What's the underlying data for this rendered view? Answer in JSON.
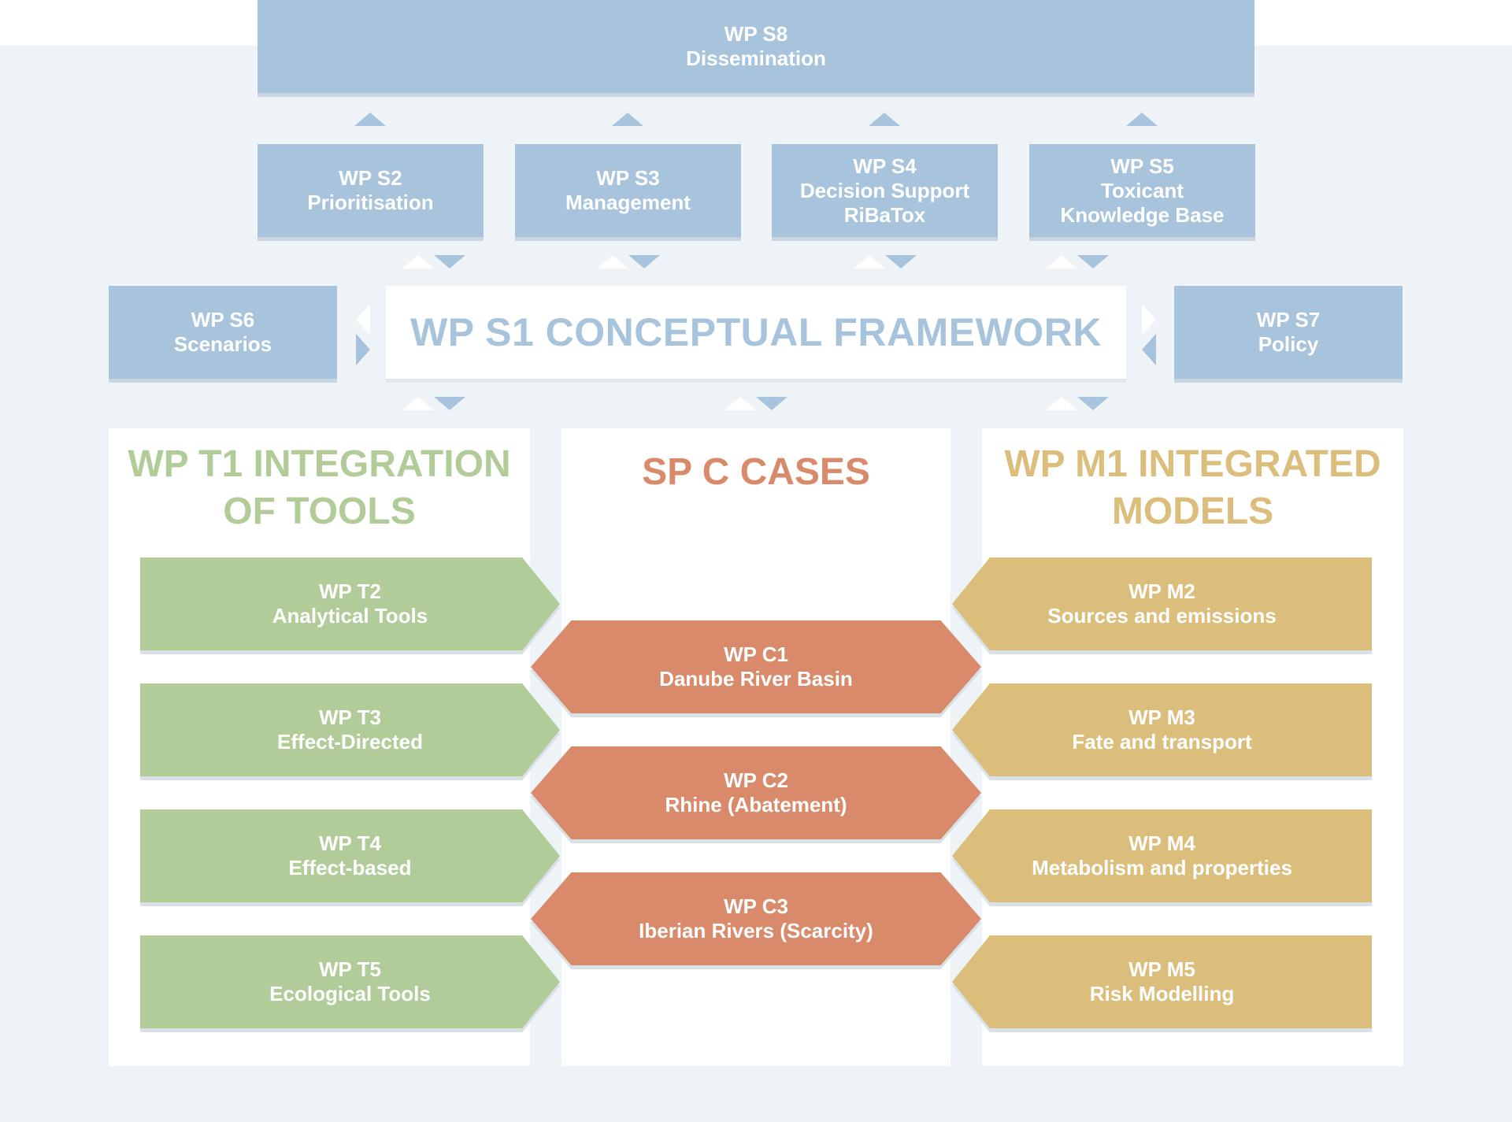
{
  "colors": {
    "blue": "#a8c4dd",
    "green": "#b1cb99",
    "gold": "#dbbe7c",
    "orange": "#d98a6b",
    "panel": "#eef3f8"
  },
  "s8": {
    "id": "WP S8",
    "name": "Dissemination"
  },
  "s2": {
    "id": "WP S2",
    "name": "Prioritisation"
  },
  "s3": {
    "id": "WP S3",
    "name": "Management"
  },
  "s4": {
    "id": "WP S4",
    "line1": "Decision Support",
    "line2": "RiBaTox"
  },
  "s5": {
    "id": "WP S5",
    "line1": "Toxicant",
    "line2": "Knowledge Base"
  },
  "s6": {
    "id": "WP S6",
    "name": "Scenarios"
  },
  "s7": {
    "id": "WP S7",
    "name": "Policy"
  },
  "s1": {
    "title": "WP S1 CONCEPTUAL FRAMEWORK"
  },
  "t1": {
    "line1": "WP T1 INTEGRATION",
    "line2": "OF TOOLS"
  },
  "c": {
    "title": "SP C CASES"
  },
  "m1": {
    "line1": "WP M1 INTEGRATED",
    "line2": "MODELS"
  },
  "tools": [
    {
      "id": "WP T2",
      "name": "Analytical Tools"
    },
    {
      "id": "WP T3",
      "name": "Effect-Directed"
    },
    {
      "id": "WP T4",
      "name": "Effect-based"
    },
    {
      "id": "WP T5",
      "name": "Ecological Tools"
    }
  ],
  "cases": [
    {
      "id": "WP C1",
      "name": "Danube River Basin"
    },
    {
      "id": "WP C2",
      "name": "Rhine (Abatement)"
    },
    {
      "id": "WP C3",
      "name": "Iberian Rivers (Scarcity)"
    }
  ],
  "models": [
    {
      "id": "WP M2",
      "name": "Sources and emissions"
    },
    {
      "id": "WP M3",
      "name": "Fate and transport"
    },
    {
      "id": "WP M4",
      "name": "Metabolism and properties"
    },
    {
      "id": "WP M5",
      "name": "Risk Modelling"
    }
  ]
}
